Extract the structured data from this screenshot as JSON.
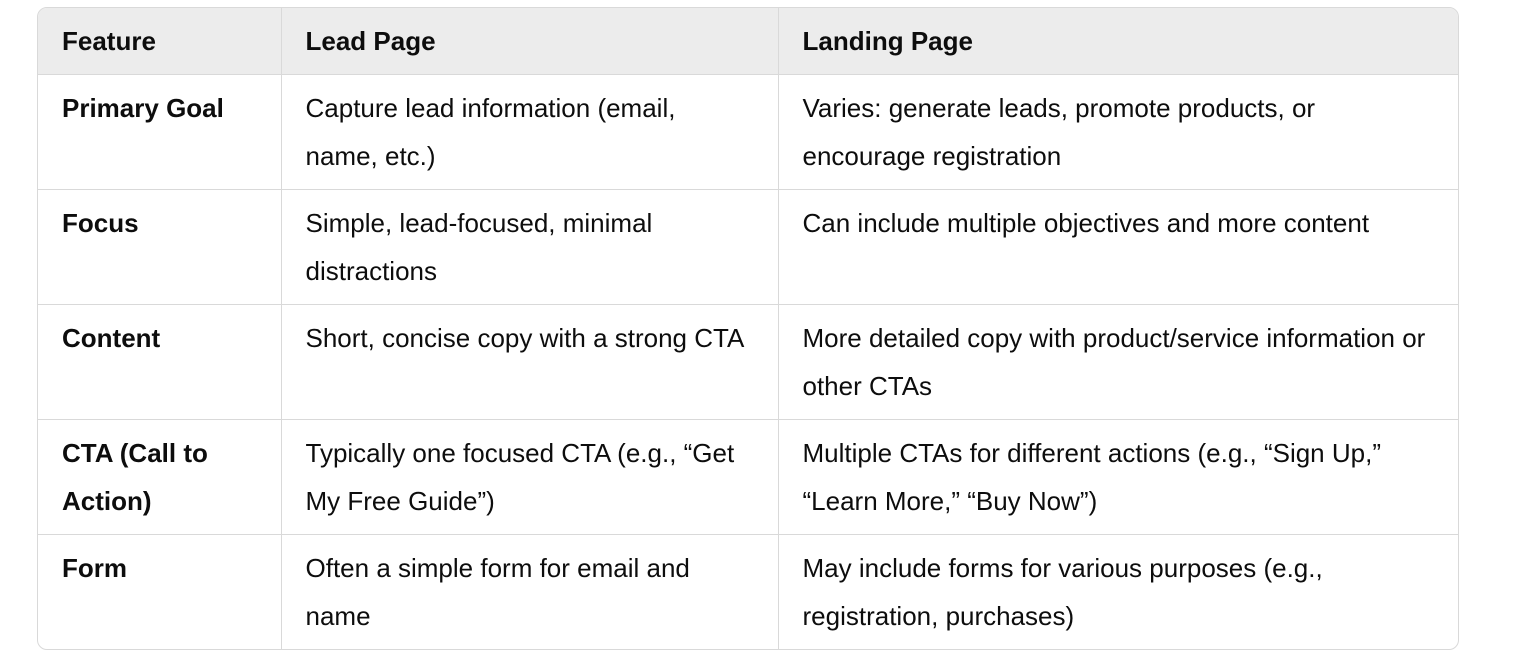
{
  "table": {
    "headers": [
      "Feature",
      "Lead Page",
      "Landing Page"
    ],
    "rows": [
      {
        "feature": "Primary Goal",
        "lead_page": "Capture lead information (email, name, etc.)",
        "landing_page": "Varies: generate leads, promote products, or encourage registration"
      },
      {
        "feature": "Focus",
        "lead_page": "Simple, lead-focused, minimal distractions",
        "landing_page": "Can include multiple objectives and more content"
      },
      {
        "feature": "Content",
        "lead_page": "Short, concise copy with a strong CTA",
        "landing_page": "More detailed copy with product/service information or other CTAs"
      },
      {
        "feature": "CTA (Call to Action)",
        "lead_page": "Typically one focused CTA (e.g., “Get My Free Guide”)",
        "landing_page": "Multiple CTAs for different actions (e.g., “Sign Up,” “Learn More,” “Buy Now”)"
      },
      {
        "feature": "Form",
        "lead_page": "Often a simple form for email and name",
        "landing_page": "May include forms for various purposes (e.g., registration, purchases)"
      }
    ]
  }
}
